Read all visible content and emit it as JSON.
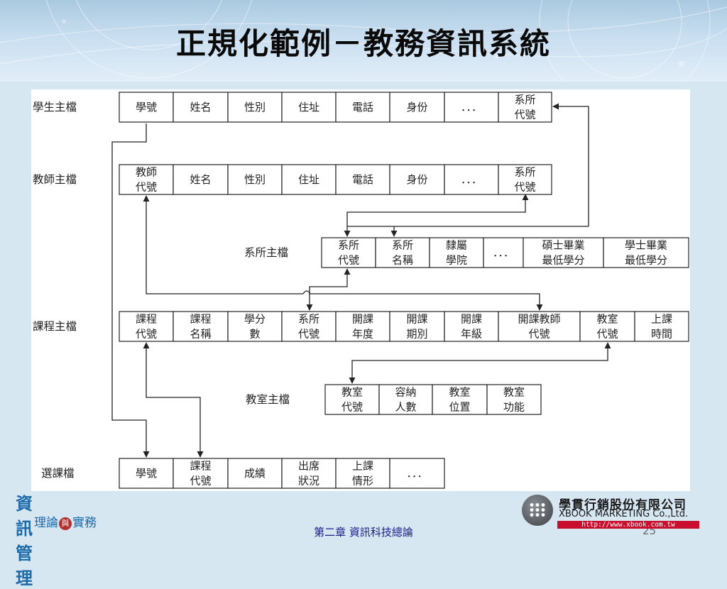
{
  "slide": {
    "title": "正規化範例－教務資訊系統",
    "footer": "第二章  資訊科技總論",
    "page_number": "25"
  },
  "logo_left": {
    "main": "資訊管理",
    "sub_left": "理論",
    "sub_mid": "與",
    "sub_right": "實務"
  },
  "brand": {
    "name_cn": "學貫行銷股份有限公司",
    "name_en": "XBOOK MARKETING Co.,Ltd.",
    "url": "http://www.xbook.com.tw"
  },
  "diagram": {
    "tables": [
      {
        "name": "學生主檔",
        "fields": [
          "學號",
          "姓名",
          "性別",
          "住址",
          "電話",
          "身份",
          "．．．",
          "系所\n代號"
        ]
      },
      {
        "name": "教師主檔",
        "fields": [
          "教師\n代號",
          "姓名",
          "性別",
          "住址",
          "電話",
          "身份",
          "．．．",
          "系所\n代號"
        ]
      },
      {
        "name": "系所主檔",
        "fields": [
          "系所\n代號",
          "系所\n名稱",
          "隸屬\n學院",
          "．．．",
          "碩士畢業\n最低學分",
          "學士畢業\n最低學分"
        ]
      },
      {
        "name": "課程主檔",
        "fields": [
          "課程\n代號",
          "課程\n名稱",
          "學分\n數",
          "系所\n代號",
          "開課\n年度",
          "開課\n期別",
          "開課\n年級",
          "開課教師\n代號",
          "教室\n代號",
          "上課\n時間"
        ]
      },
      {
        "name": "教室主檔",
        "fields": [
          "教室\n代號",
          "容納\n人數",
          "教室\n位置",
          "教室\n功能"
        ]
      },
      {
        "name": "選課檔",
        "fields": [
          "學號",
          "課程\n代號",
          "成績",
          "出席\n狀況",
          "上課\n情形",
          "．．．"
        ]
      }
    ]
  }
}
